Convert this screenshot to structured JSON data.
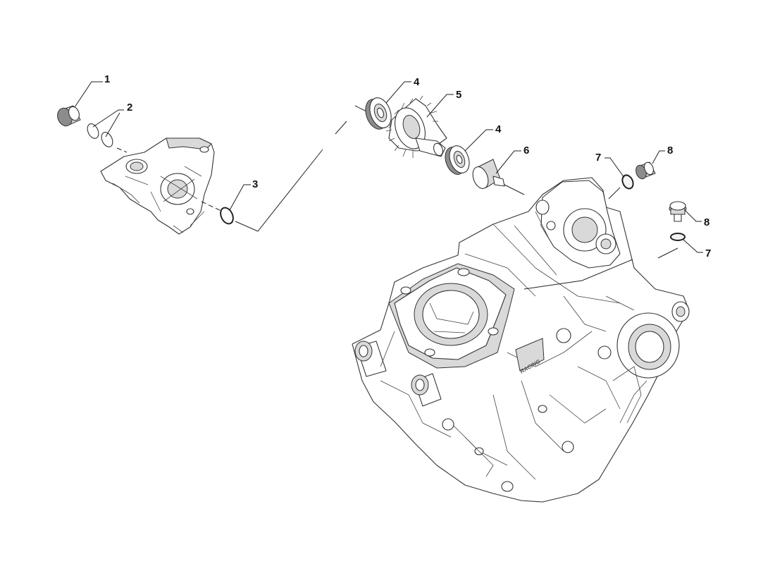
{
  "callouts": [
    {
      "id": "c1",
      "text": "1"
    },
    {
      "id": "c2",
      "text": "2"
    },
    {
      "id": "c3",
      "text": "3"
    },
    {
      "id": "c4a",
      "text": "4"
    },
    {
      "id": "c5",
      "text": "5"
    },
    {
      "id": "c4b",
      "text": "4"
    },
    {
      "id": "c6",
      "text": "6"
    },
    {
      "id": "c7a",
      "text": "7"
    },
    {
      "id": "c8a",
      "text": "8"
    },
    {
      "id": "c8b",
      "text": "8"
    },
    {
      "id": "c7b",
      "text": "7"
    }
  ],
  "engraving": {
    "crankcase_logo": "RACING"
  }
}
